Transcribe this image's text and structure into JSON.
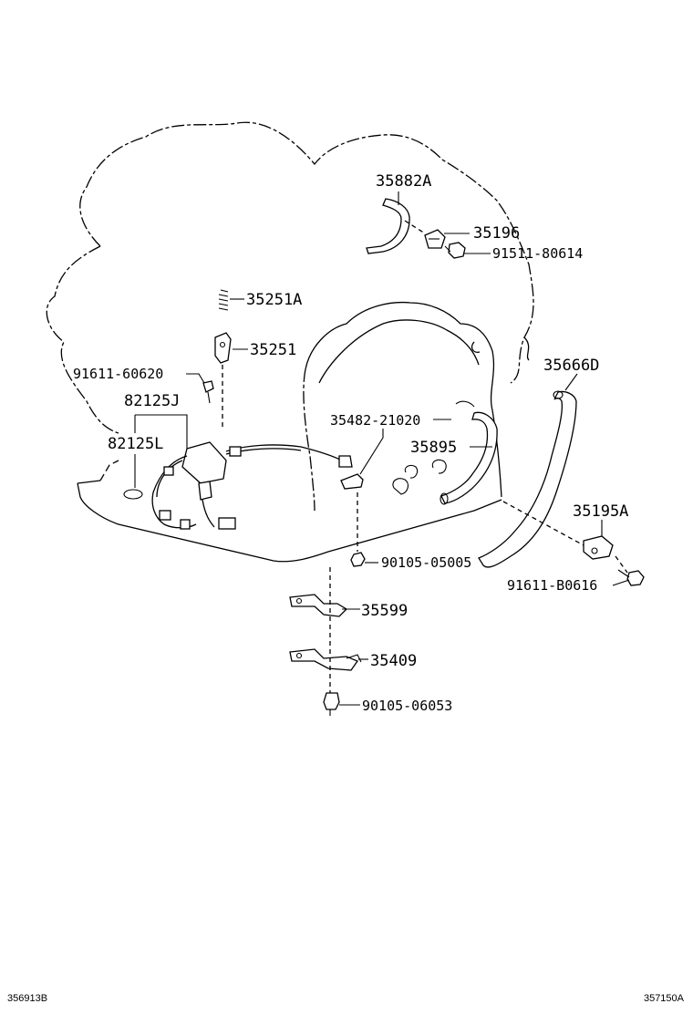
{
  "parts": {
    "p35882A": "35882A",
    "p35196": "35196",
    "p91511_80614": "91511-80614",
    "p35251A": "35251A",
    "p35251": "35251",
    "p91611_60620": "91611-60620",
    "p82125J": "82125J",
    "p82125L": "82125L",
    "p35482_21020": "35482-21020",
    "p35895": "35895",
    "p35666D": "35666D",
    "p35195A": "35195A",
    "p90105_05005": "90105-05005",
    "p91611_B0616": "91611-B0616",
    "p35599": "35599",
    "p35409": "35409",
    "p90105_06053": "90105-06053"
  },
  "footer": {
    "left_code": "356913B",
    "right_code": "357150A"
  }
}
